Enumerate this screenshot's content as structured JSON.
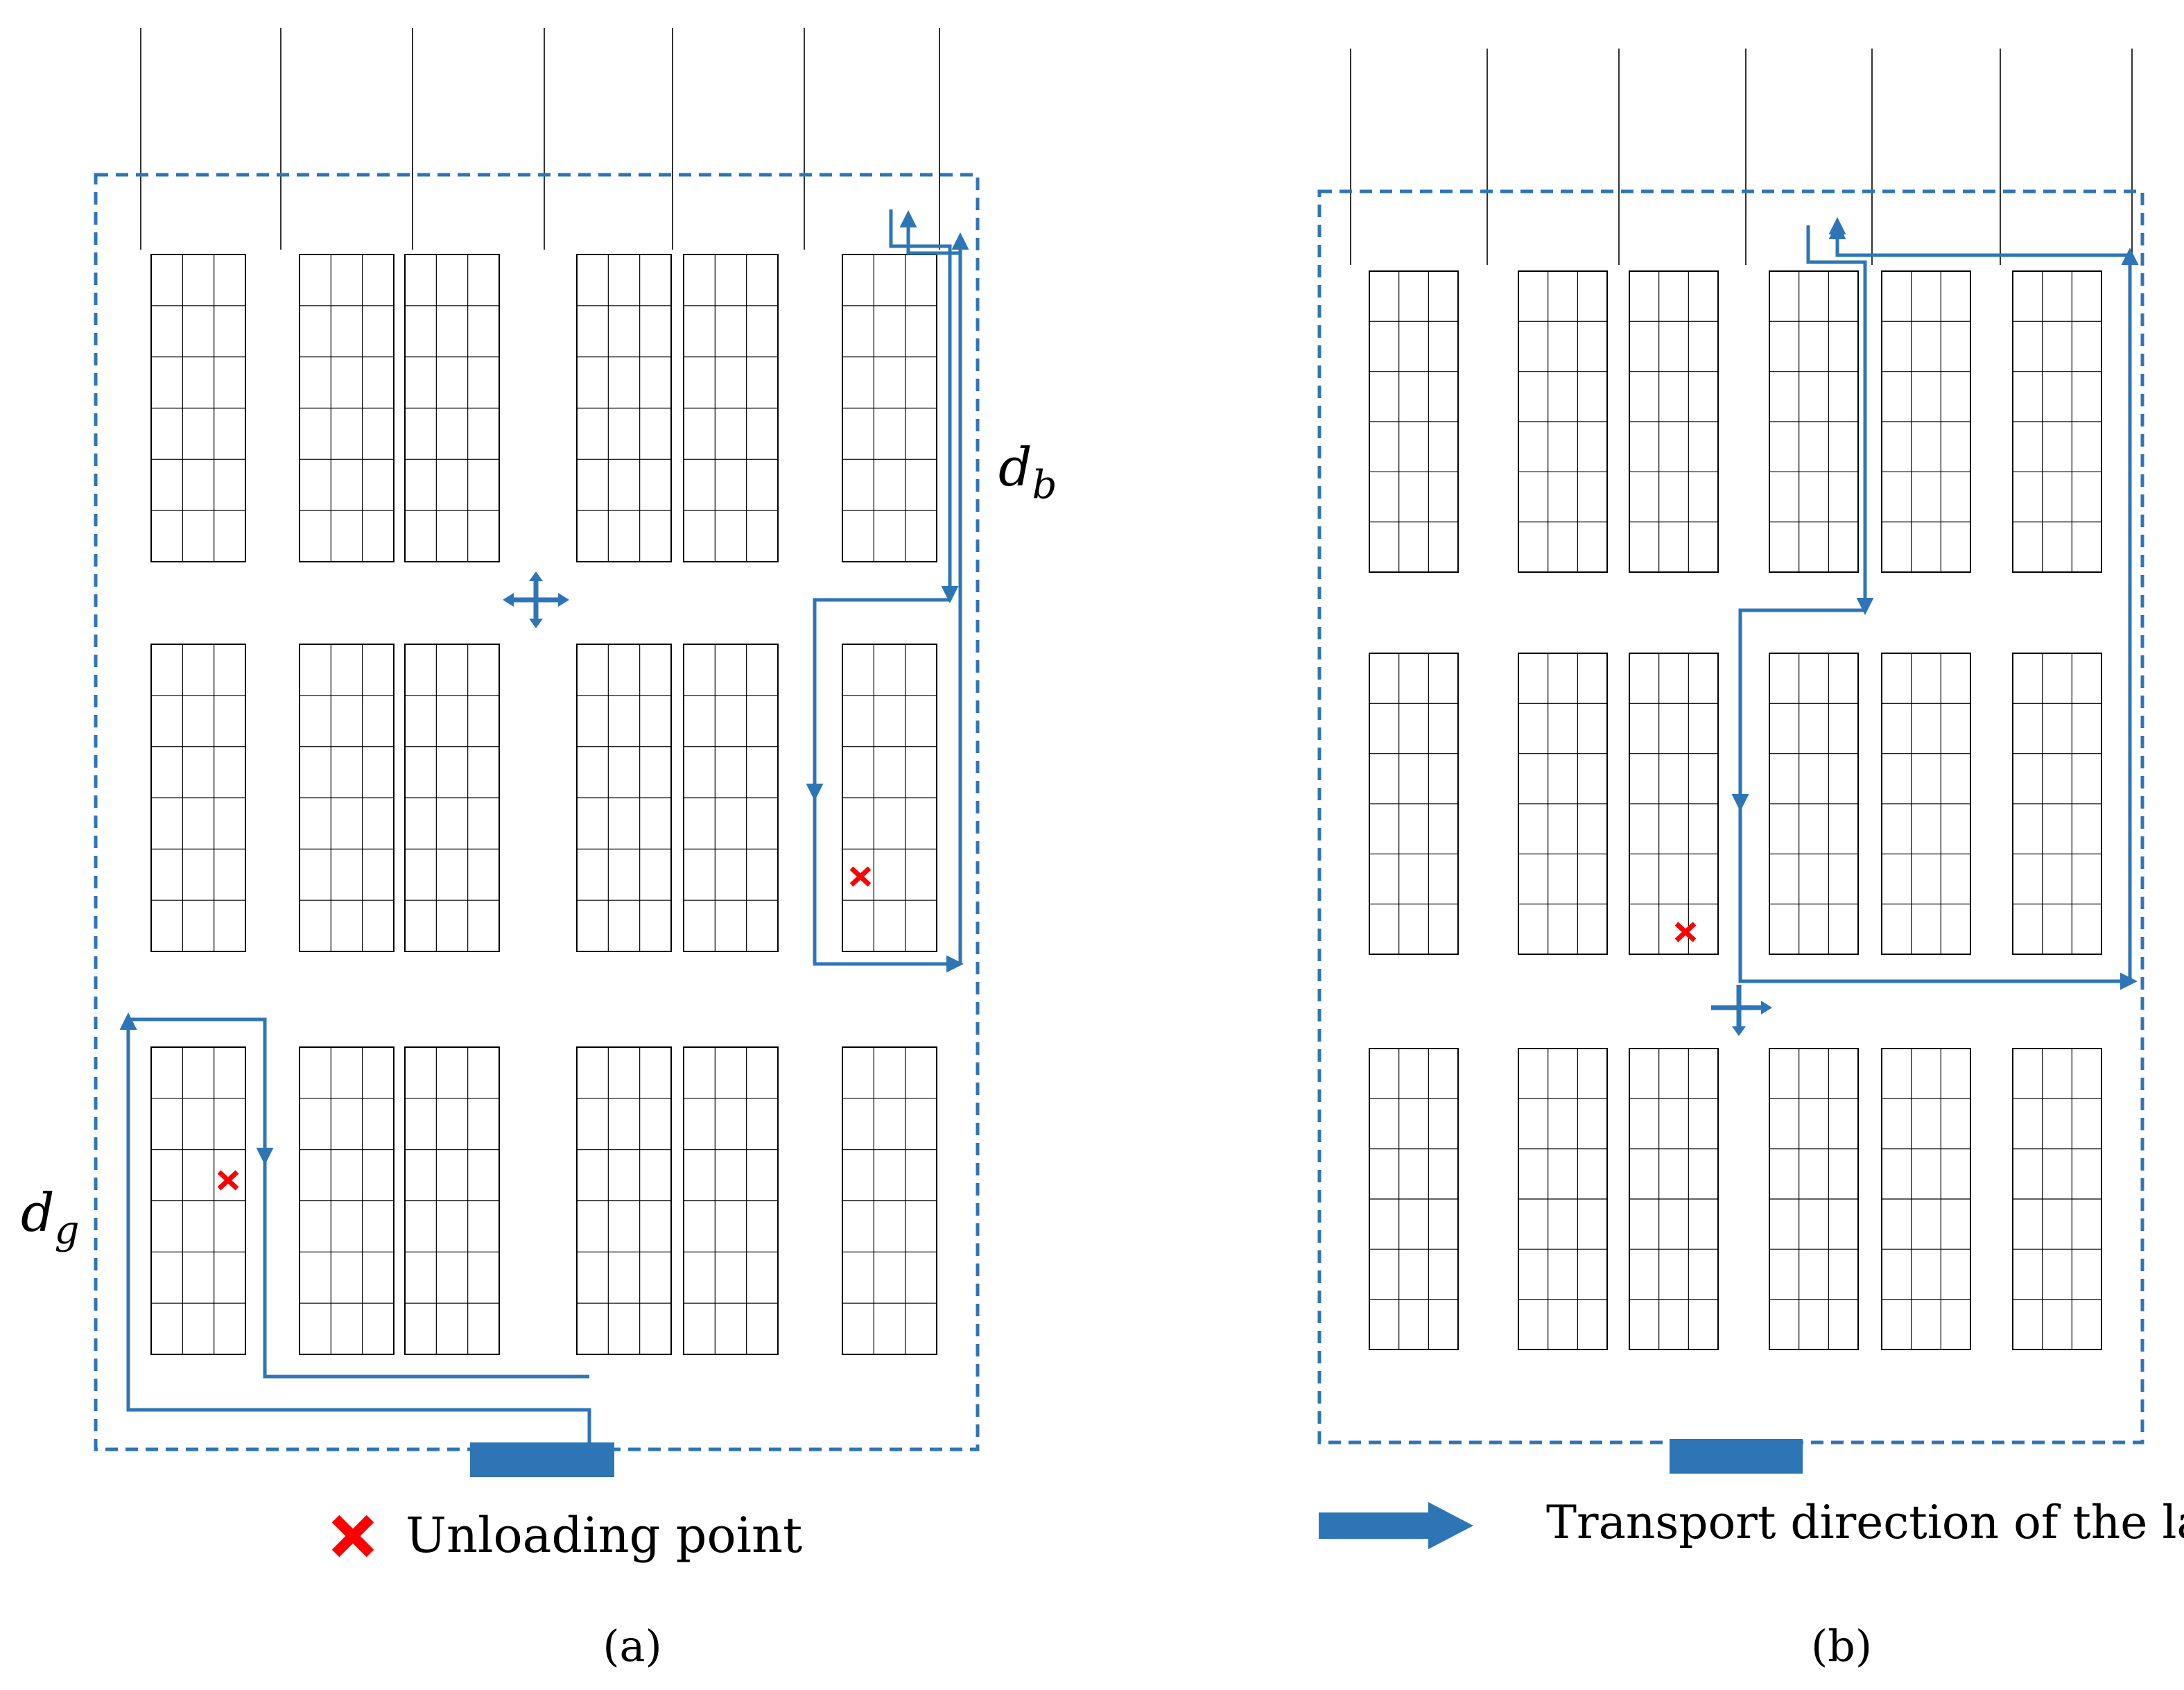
{
  "colors": {
    "path": "#2e75b6",
    "unloading_mark": "#ff0000",
    "rack_lines": "#000000",
    "background": "#ffffff"
  },
  "panels": [
    {
      "caption": "(a)",
      "distance_labels": [
        {
          "base": "d",
          "sub": "b"
        },
        {
          "base": "d",
          "sub": "g"
        }
      ]
    },
    {
      "caption": "(b)"
    }
  ],
  "legend": {
    "unloading_point": "Unloading point",
    "transport_direction": "Transport direction of the lane"
  },
  "icons": {
    "unloading_point": "red-x-icon",
    "transport_direction": "thick-arrow-icon",
    "dock": "dock-bar",
    "crossing": "four-way-arrow-icon"
  }
}
